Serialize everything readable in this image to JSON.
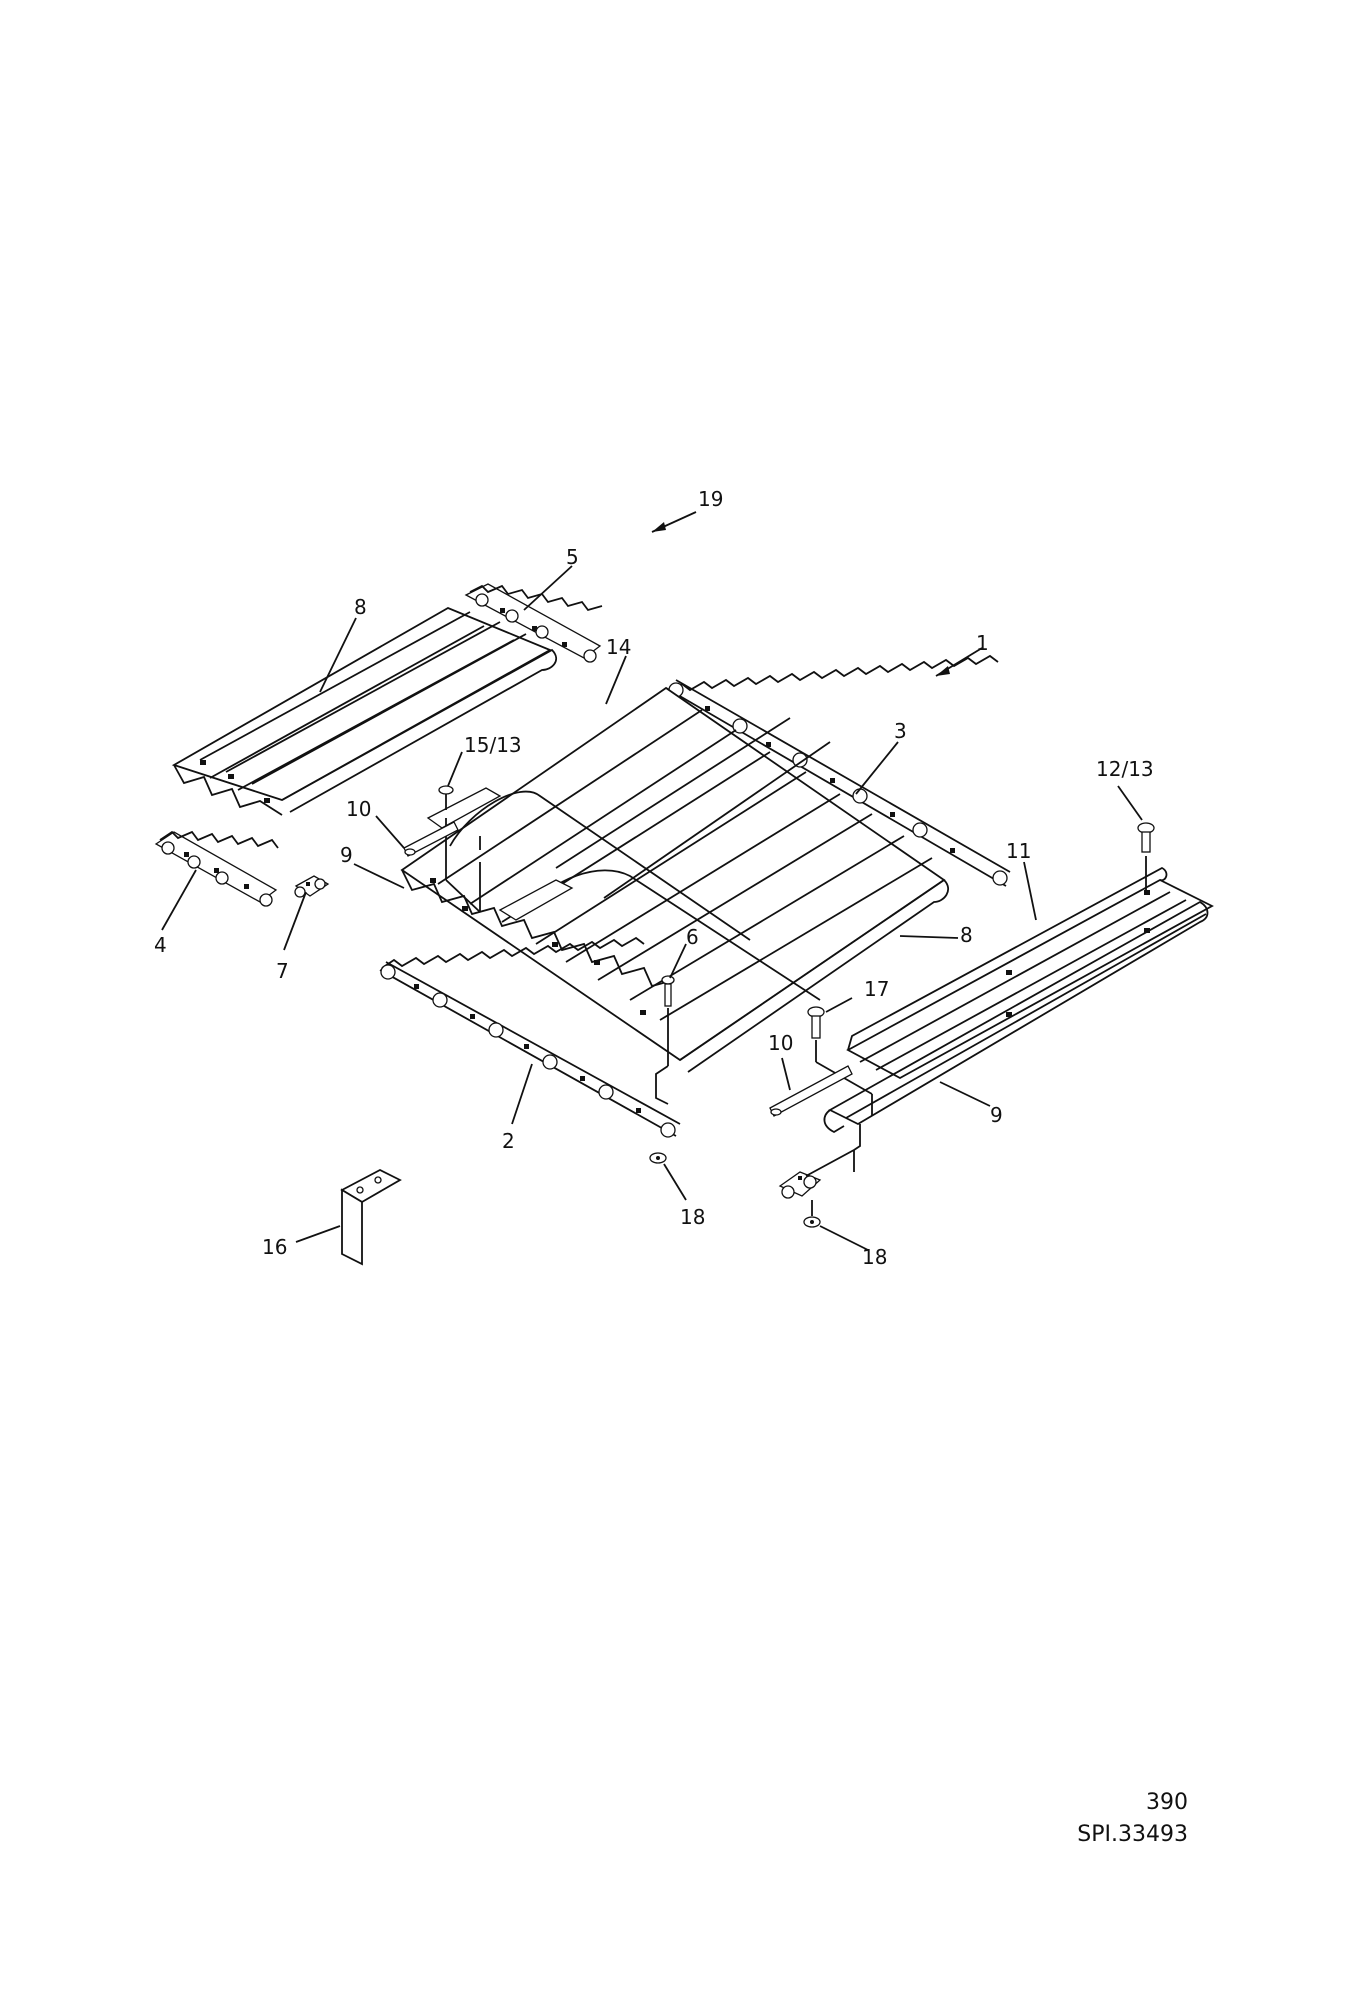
{
  "callouts": {
    "c19": "19",
    "c5": "5",
    "c1": "1",
    "c8a": "8",
    "c14": "14",
    "c3": "3",
    "c15_13": "15/13",
    "c12_13": "12/13",
    "c10a": "10",
    "c9a": "9",
    "c11": "11",
    "c4": "4",
    "c7": "7",
    "c6": "6",
    "c8b": "8",
    "c17": "17",
    "c10b": "10",
    "c9b": "9",
    "c2": "2",
    "c18a": "18",
    "c18b": "18",
    "c16": "16"
  },
  "footer": {
    "page_number": "390",
    "drawing_ref": "SPI.33493"
  }
}
